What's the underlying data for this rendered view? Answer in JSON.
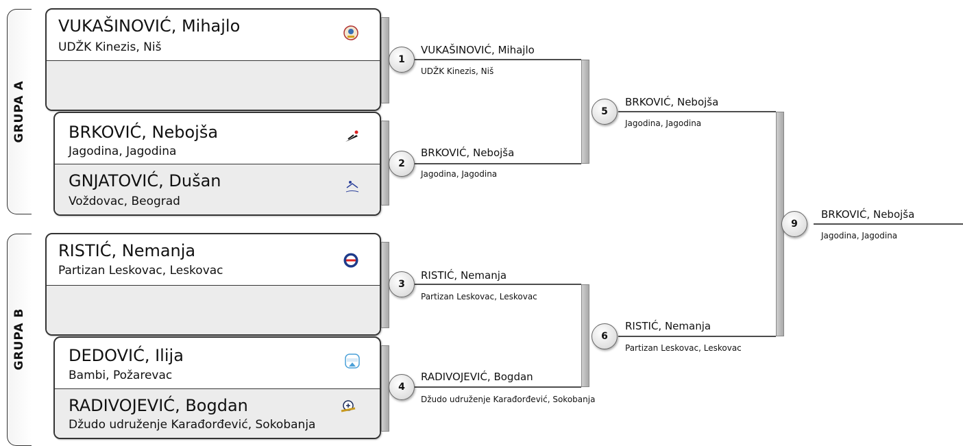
{
  "groups": [
    {
      "label": "GRUPA A"
    },
    {
      "label": "GRUPA B"
    }
  ],
  "cards": [
    {
      "slots": [
        {
          "name": "VUKAŠINOVIĆ, Mihajlo",
          "club": "UDŽK Kinezis, Niš",
          "logo": "kinezis-logo"
        },
        {
          "name": "",
          "club": "",
          "logo": ""
        }
      ]
    },
    {
      "slots": [
        {
          "name": "BRKOVIĆ, Nebojša",
          "club": "Jagodina, Jagodina",
          "logo": "jagodina-logo"
        },
        {
          "name": "GNJATOVIĆ, Dušan",
          "club": "Voždovac, Beograd",
          "logo": "vozdovac-logo"
        }
      ]
    },
    {
      "slots": [
        {
          "name": "RISTIĆ, Nemanja",
          "club": "Partizan Leskovac, Leskovac",
          "logo": "partizan-leskovac-logo"
        },
        {
          "name": "",
          "club": "",
          "logo": ""
        }
      ]
    },
    {
      "slots": [
        {
          "name": "DEDOVIĆ, Ilija",
          "club": "Bambi, Požarevac",
          "logo": "bambi-logo"
        },
        {
          "name": "RADIVOJEVIĆ, Bogdan",
          "club": "Džudo udruženje Karađorđević, Sokobanja",
          "logo": "karadjordjevic-logo"
        }
      ]
    }
  ],
  "matches": [
    {
      "number": "1",
      "winner_name": "VUKAŠINOVIĆ, Mihajlo",
      "winner_club": "UDŽK Kinezis, Niš"
    },
    {
      "number": "2",
      "winner_name": "BRKOVIĆ, Nebojša",
      "winner_club": "Jagodina, Jagodina"
    },
    {
      "number": "3",
      "winner_name": "RISTIĆ, Nemanja",
      "winner_club": "Partizan Leskovac, Leskovac"
    },
    {
      "number": "4",
      "winner_name": "RADIVOJEVIĆ, Bogdan",
      "winner_club": "Džudo udruženje Karađorđević, Sokobanja"
    },
    {
      "number": "5",
      "winner_name": "BRKOVIĆ, Nebojša",
      "winner_club": "Jagodina, Jagodina"
    },
    {
      "number": "6",
      "winner_name": "RISTIĆ, Nemanja",
      "winner_club": "Partizan Leskovac, Leskovac"
    },
    {
      "number": "9",
      "winner_name": "BRKOVIĆ, Nebojša",
      "winner_club": "Jagodina, Jagodina"
    }
  ],
  "colors": {
    "line": "#111111",
    "card_border": "#333333",
    "empty_slot": "#ececec"
  }
}
